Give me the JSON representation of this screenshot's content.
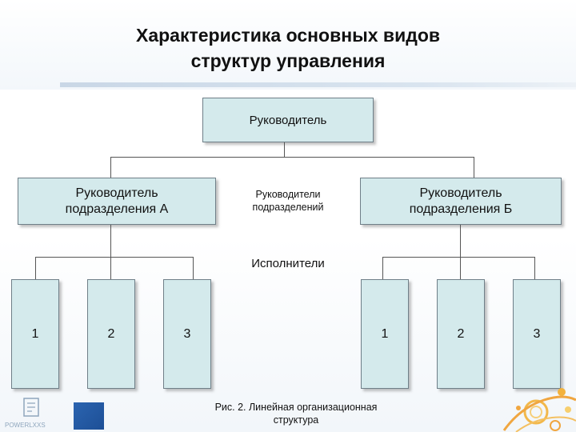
{
  "title": {
    "line1": "Характеристика основных видов",
    "line2": "структур управления"
  },
  "diagram": {
    "top_box": "Руководитель",
    "left_manager": "Руководитель\nподразделения А",
    "right_manager": "Руководитель\nподразделения Б",
    "middle_label": "Руководители\nподразделений",
    "executors_label": "Исполнители",
    "left_units": [
      "1",
      "2",
      "3"
    ],
    "right_units": [
      "1",
      "2",
      "3"
    ]
  },
  "caption": "Рис. 2. Линейная организационная\nструктура",
  "colors": {
    "box_fill": "#d4eaec",
    "box_border": "#6f7f88",
    "connector": "#555555"
  },
  "logo": {
    "text": "POWERLXXS"
  }
}
